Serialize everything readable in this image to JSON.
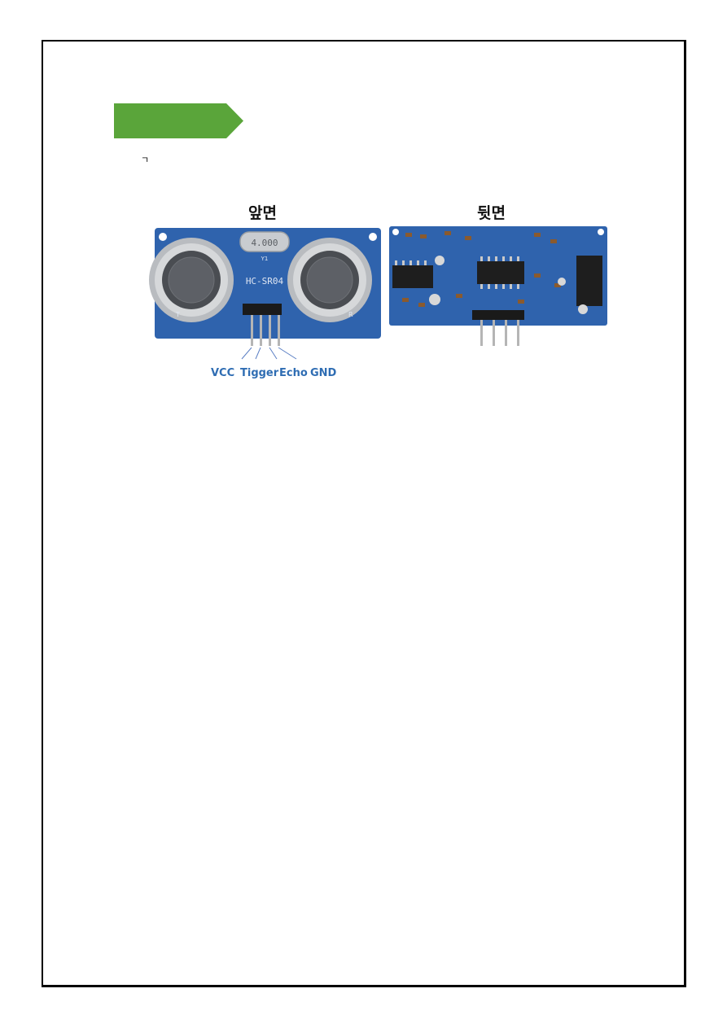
{
  "figure": {
    "corner_mark": "ㄱ",
    "front_title": "앞면",
    "back_title": "뒷면",
    "module_label": "HC-SR04",
    "crystal_label": "4.000",
    "crystal_ref": "Y1",
    "front_left_letter": "T",
    "front_right_letter": "R",
    "pins": [
      "VCC",
      "Tigger",
      "Echo",
      "GND"
    ]
  },
  "colors": {
    "banner": "#5aa53a",
    "pcb": "#2f63ad",
    "pin_label": "#2f6db3"
  }
}
